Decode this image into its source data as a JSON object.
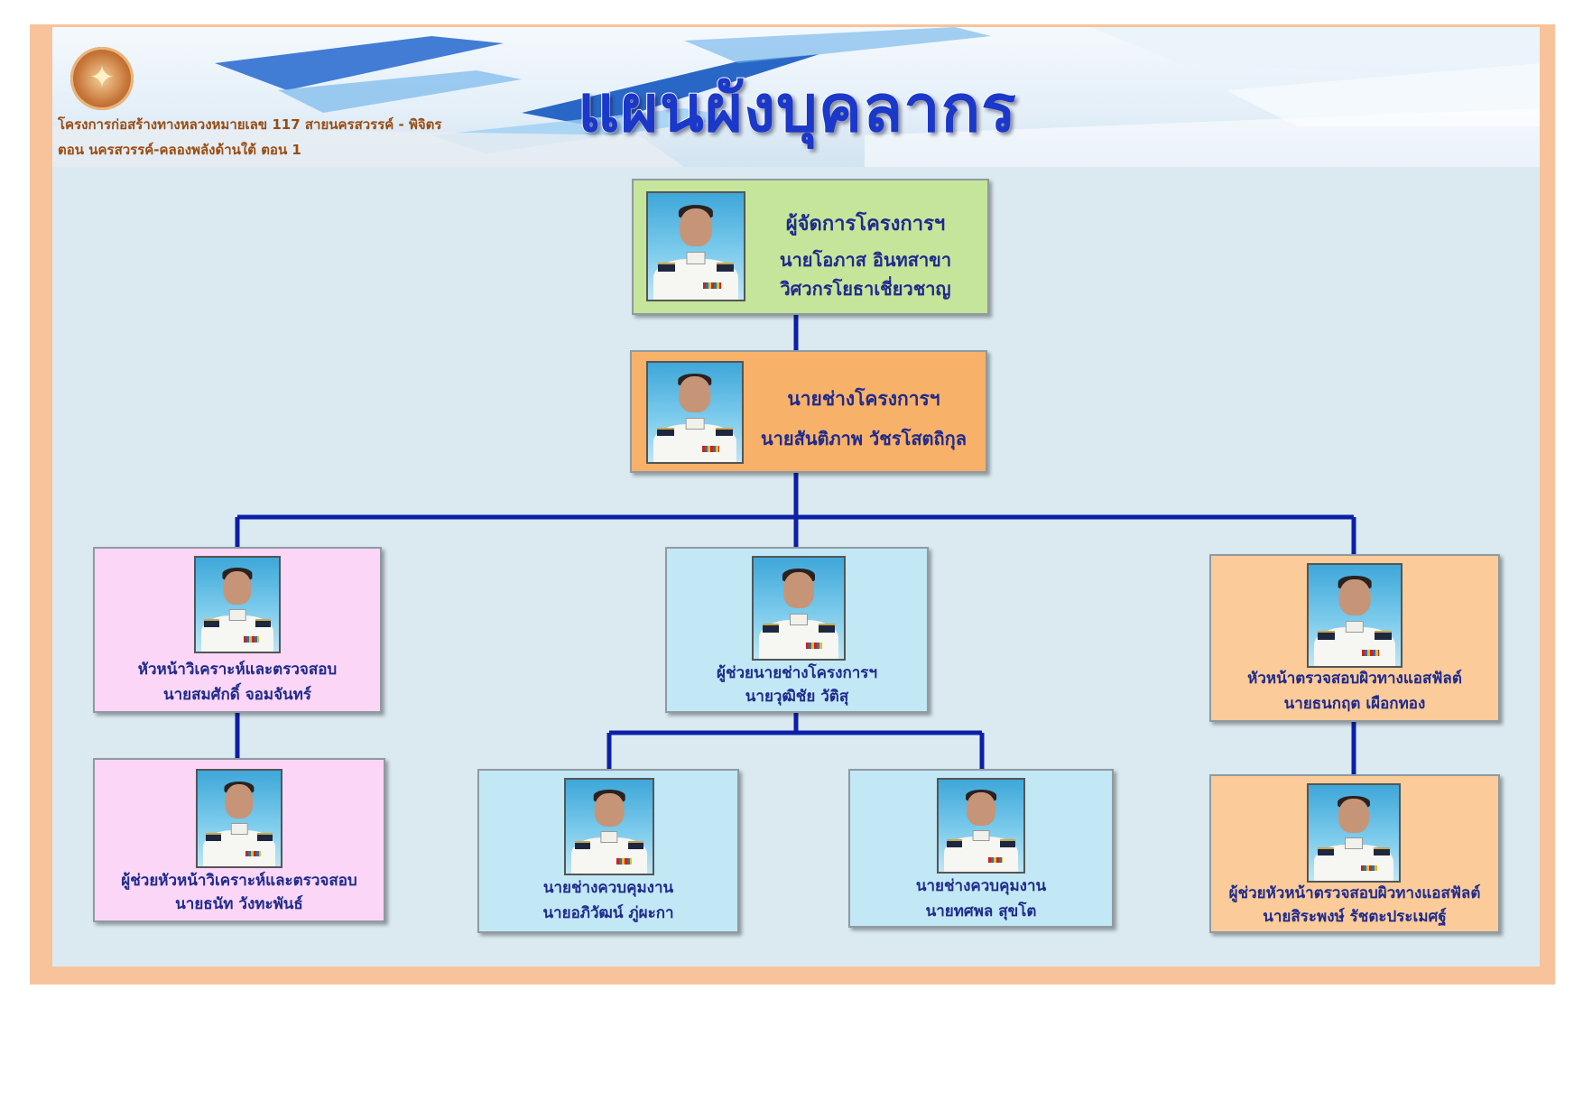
{
  "header": {
    "title": "แผนผังบุคลากร",
    "project_line1": "โครงการก่อสร้างทางหลวงหมายเลข 117 สายนครสวรรค์ - พิจิตร",
    "project_line2": "ตอน นครสวรรค์-คลองพลังด้านใต้ ตอน 1",
    "logo_icon": "department-seal-icon"
  },
  "colors": {
    "frame": "#f8c39a",
    "background": "#dbeaf1",
    "connector": "#0b1fa8",
    "title": "#1a38c9",
    "name_text": "#1f2a8c"
  },
  "org": {
    "manager": {
      "role": "ผู้จัดการโครงการฯ",
      "name": "นายโอภาส  อินทสาขา",
      "title": "วิศวกรโยธาเชี่ยวชาญ"
    },
    "engineer": {
      "role": "นายช่างโครงการฯ",
      "name": "นายสันติภาพ วัชรโสตถิกุล"
    },
    "analysis_head": {
      "role": "หัวหน้าวิเคราะห์และตรวจสอบ",
      "name": "นายสมศักดิ์  จอมจันทร์"
    },
    "assistant_engineer": {
      "role": "ผู้ช่วยนายช่างโครงการฯ",
      "name": "นายวุฒิชัย  วัติสุ"
    },
    "asphalt_head": {
      "role": "หัวหน้าตรวจสอบผิวทางแอสฟัลต์",
      "name": "นายธนกฤต  เผือกทอง"
    },
    "analysis_assistant": {
      "role": "ผู้ช่วยหัวหน้าวิเคราะห์และตรวจสอบ",
      "name": "นายธนัท  วังทะพันธ์"
    },
    "supervisor_1": {
      "role": "นายช่างควบคุมงาน",
      "name": "นายอภิวัฒน์  ภู่ผะกา"
    },
    "supervisor_2": {
      "role": "นายช่างควบคุมงาน",
      "name": "นายทศพล  สุขโต"
    },
    "asphalt_assistant": {
      "role": "ผู้ช่วยหัวหน้าตรวจสอบผิวทางแอสฟัลต์",
      "name": "นายสิระพงษ์  รัชตะประเมศฐ์"
    }
  }
}
